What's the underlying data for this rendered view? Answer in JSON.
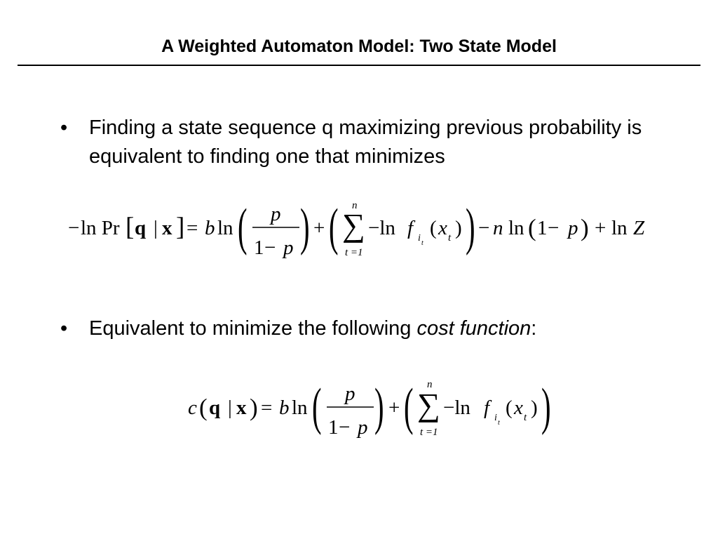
{
  "slide": {
    "title": "A Weighted Automaton Model: Two State Model"
  },
  "bullets": [
    {
      "marker": "•",
      "text": "Finding a state sequence q maximizing previous probability is equivalent to finding one that minimizes"
    },
    {
      "marker": "•",
      "text_prefix": "Equivalent to minimize the following ",
      "text_emphasis": "cost function",
      "text_suffix": ":"
    }
  ],
  "equations": {
    "eq1": {
      "neg_sign": "−",
      "ln_pr": "ln Pr",
      "lbracket": "[",
      "q": "q",
      "bar": "|",
      "x": "x",
      "rbracket": "]",
      "equals": "=",
      "b": "b",
      "ln1": "ln",
      "lparen1": "(",
      "p_num": "p",
      "den_one": "1",
      "den_minus": "−",
      "den_p": "p",
      "rparen1": ")",
      "plus1": "+",
      "lparen2": "(",
      "sum": "∑",
      "sum_upper": "n",
      "sum_lower": "t =1",
      "neg_ln": "−ln",
      "f": "f",
      "f_sub": "i",
      "f_subsub": "t",
      "arg_open": "(",
      "arg_x": "x",
      "arg_sub": "t",
      "arg_close": ")",
      "rparen2": ")",
      "minus_n": "−",
      "n": "n",
      "ln2": "ln",
      "lparen3": "(",
      "one": "1",
      "minus_p": "−",
      "p2": "p",
      "rparen3": ")",
      "plus2": "+",
      "ln3": "ln",
      "Z": "Z"
    },
    "eq2": {
      "c": "c",
      "lparen0": "(",
      "q": "q",
      "bar": "|",
      "x": "x",
      "rparen0": ")",
      "equals": "=",
      "b": "b",
      "ln1": "ln",
      "lparen1": "(",
      "p_num": "p",
      "den_one": "1",
      "den_minus": "−",
      "den_p": "p",
      "rparen1": ")",
      "plus1": "+",
      "lparen2": "(",
      "sum": "∑",
      "sum_upper": "n",
      "sum_lower": "t =1",
      "neg_ln": "−ln",
      "f": "f",
      "f_sub": "i",
      "f_subsub": "t",
      "arg_open": "(",
      "arg_x": "x",
      "arg_sub": "t",
      "arg_close": ")",
      "rparen2": ")"
    }
  }
}
